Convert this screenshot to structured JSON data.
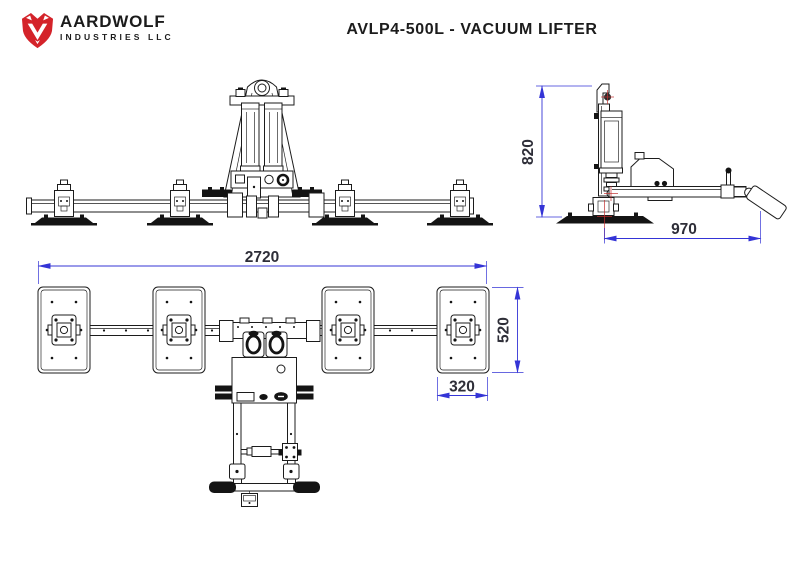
{
  "header": {
    "title": "AVLP4-500L - VACUUM LIFTER",
    "logo": {
      "brand": "AARDWOLF",
      "subtitle": "INDUSTRIES LLC",
      "icon": "aardwolf-head-icon",
      "icon_color": "#d4232a",
      "text_color": "#1b1b1b"
    }
  },
  "drawing": {
    "colors": {
      "line": "#1c1c1c",
      "dimension_line": "#3434d6",
      "dimension_text": "#2e2e38",
      "center_mark": "#c23030"
    },
    "dimensions": {
      "overall_height": {
        "value": "820"
      },
      "arm_reach": {
        "value": "970"
      },
      "overall_width": {
        "value": "2720"
      },
      "pad_length": {
        "value": "520"
      },
      "pad_width": {
        "value": "320"
      }
    }
  }
}
